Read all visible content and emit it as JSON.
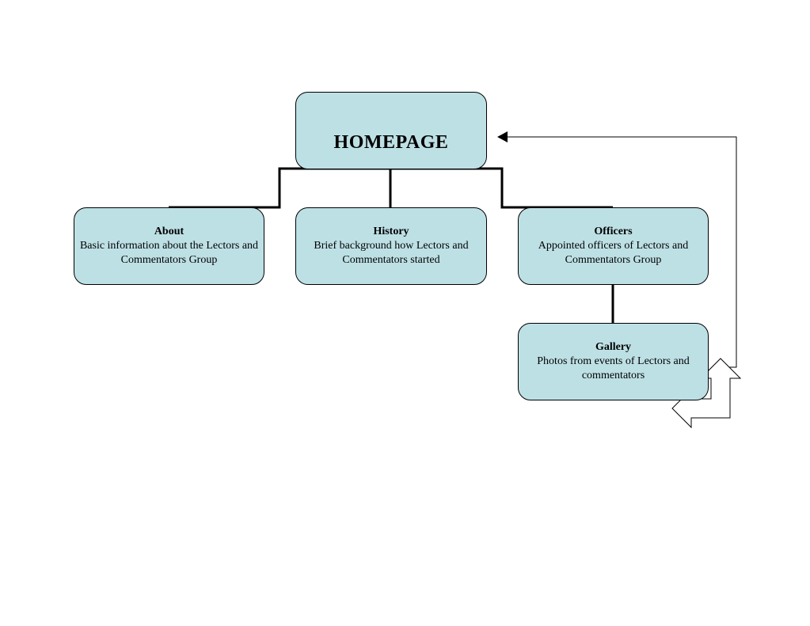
{
  "nodes": {
    "home": {
      "title": "HOMEPAGE"
    },
    "about": {
      "title": "About",
      "description": "Basic information about the Lectors and Commentators Group"
    },
    "history": {
      "title": "History",
      "description": "Brief background how Lectors and Commentators started"
    },
    "officers": {
      "title": "Officers",
      "description": "Appointed officers of Lectors and Commentators Group"
    },
    "gallery": {
      "title": "Gallery",
      "description": "Photos from events of Lectors and commentators"
    }
  },
  "edges": [
    {
      "from": "home",
      "to": "about"
    },
    {
      "from": "home",
      "to": "history"
    },
    {
      "from": "home",
      "to": "officers"
    },
    {
      "from": "officers",
      "to": "gallery"
    },
    {
      "from": "gallery",
      "to": "home"
    }
  ],
  "colors": {
    "node_fill": "#bde0e5",
    "node_border": "#000000",
    "connector": "#000000"
  }
}
